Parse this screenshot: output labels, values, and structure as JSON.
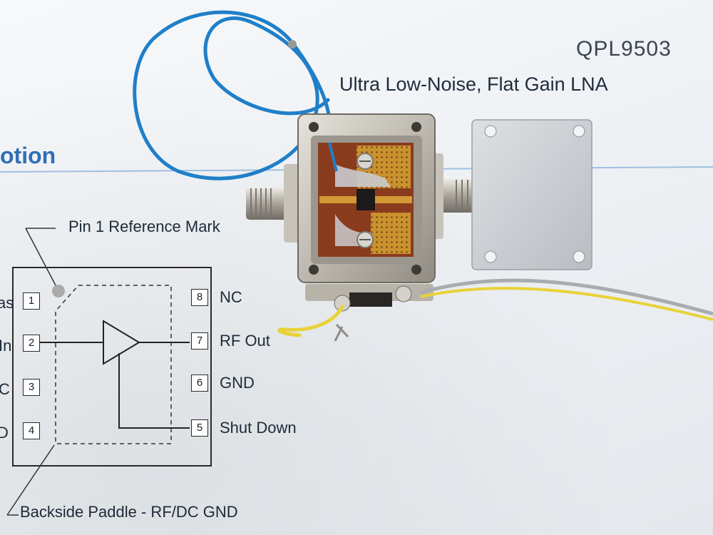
{
  "datasheet": {
    "part_number": "QPL9503",
    "subtitle": "Ultra Low-Noise, Flat Gain LNA",
    "section_heading_fragment": "otion",
    "pin1_mark": "Pin 1 Reference Mark",
    "backside_label": "Backside Paddle - RF/DC GND",
    "pins_left": [
      {
        "num": "1",
        "label_fragment": "as"
      },
      {
        "num": "2",
        "label_fragment": "In"
      },
      {
        "num": "3",
        "label_fragment": "C"
      },
      {
        "num": "4",
        "label_fragment": "D"
      }
    ],
    "pins_right": [
      {
        "num": "8",
        "label": "NC"
      },
      {
        "num": "7",
        "label": "RF Out"
      },
      {
        "num": "6",
        "label": "GND"
      },
      {
        "num": "5",
        "label": "Shut Down"
      }
    ]
  },
  "colors": {
    "heading_blue": "#2f6fb6",
    "wire_blue": "#1f7fc9",
    "wire_yellow": "#e8d23a",
    "wire_gray": "#a9acaf",
    "pcb_copper": "#c9922e",
    "pcb_base": "#8a3b1e",
    "aluminum": "#c9cdd1"
  }
}
